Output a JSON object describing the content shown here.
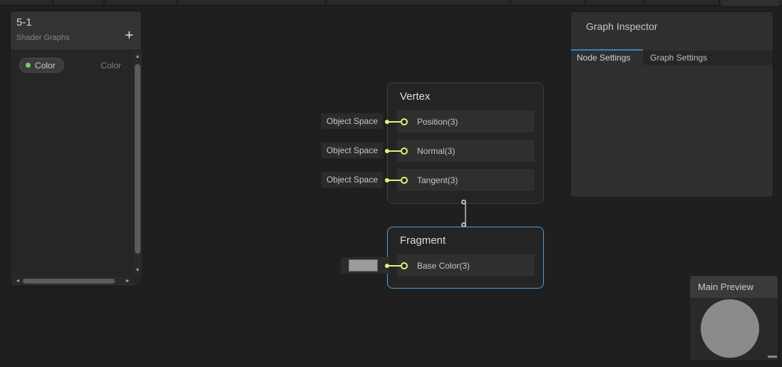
{
  "colors": {
    "accent": "#4f9ed7",
    "port": "#ecee7b",
    "green": "#6bd36b",
    "tab": "#3583c4",
    "sphere": "#8b8b8b",
    "swatch": "#9b9b9b"
  },
  "icons": {
    "add": "+",
    "scroll_up": "▲",
    "scroll_down": "▼",
    "scroll_left": "◄",
    "scroll_right": "►"
  },
  "blackboard": {
    "title": "5-1",
    "subtitle": "Shader Graphs",
    "property": {
      "name": "Color",
      "type": "Color"
    }
  },
  "graph": {
    "vertex_node": {
      "title": "Vertex",
      "rows": [
        {
          "binding": "Object Space",
          "label": "Position(3)"
        },
        {
          "binding": "Object Space",
          "label": "Normal(3)"
        },
        {
          "binding": "Object Space",
          "label": "Tangent(3)"
        }
      ]
    },
    "fragment_node": {
      "title": "Fragment",
      "rows": [
        {
          "label": "Base Color(3)"
        }
      ]
    }
  },
  "inspector": {
    "title": "Graph Inspector",
    "tabs": [
      {
        "label": "Node Settings",
        "active": true
      },
      {
        "label": "Graph Settings",
        "active": false
      }
    ]
  },
  "preview": {
    "title": "Main Preview"
  }
}
